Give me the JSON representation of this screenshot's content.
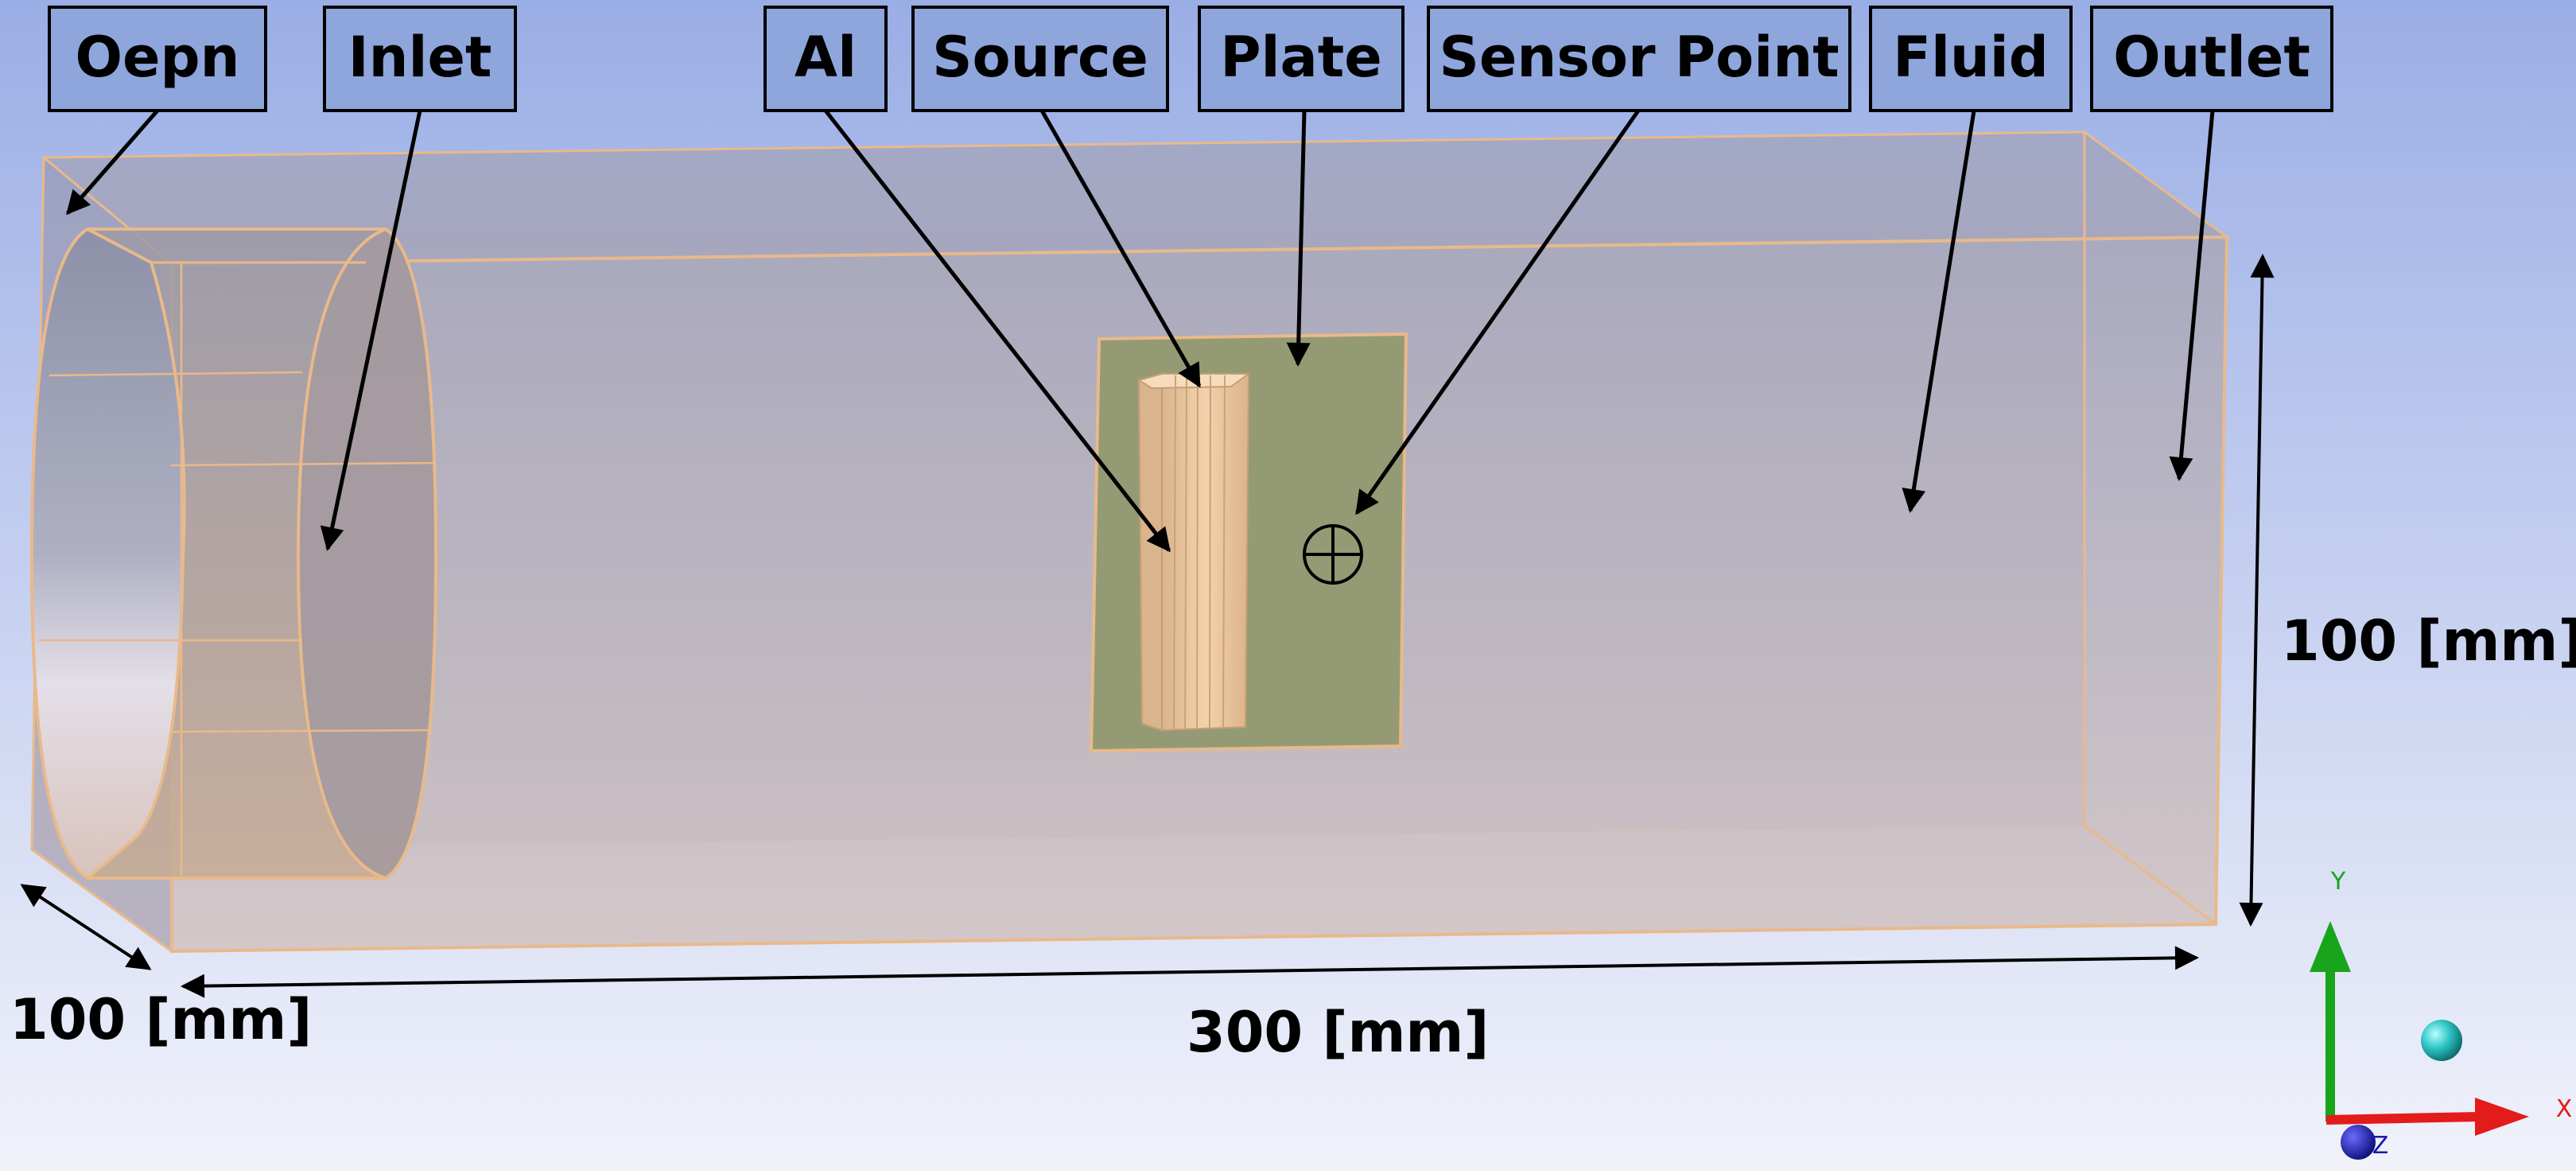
{
  "labels": {
    "open": "Oepn",
    "inlet": "Inlet",
    "al": "Al",
    "source": "Source",
    "plate": "Plate",
    "sensor_point": "Sensor Point",
    "fluid": "Fluid",
    "outlet": "Outlet"
  },
  "dimensions": {
    "height": "100 [mm]",
    "depth": "100 [mm]",
    "length": "300 [mm]"
  },
  "triad": {
    "x": "X",
    "y": "Y",
    "z": "Z"
  },
  "colors": {
    "background_top": "#9aaee6",
    "background_bottom": "#f1f2fa",
    "fluid_edge": "#e9b98a",
    "plate_fill": "#949b74",
    "source_fill": "#eecba3",
    "axis_x": "#e31b1b",
    "axis_y": "#18a51c",
    "axis_z": "#1a1aa8"
  }
}
